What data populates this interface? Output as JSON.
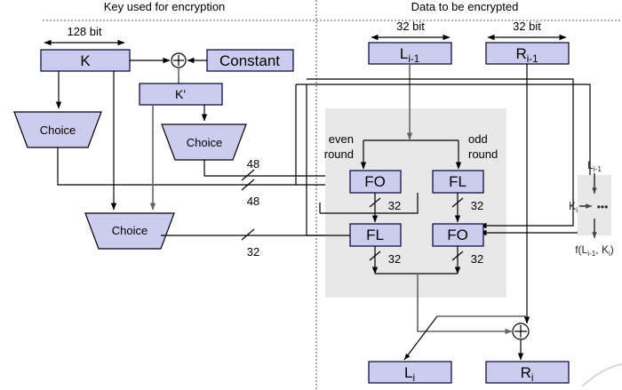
{
  "figure": {
    "title_left": "Key used for encryption",
    "title_right": "Data to be encrypted"
  },
  "dimensions": {
    "key_width": "128 bit",
    "left_half_width": "32 bit",
    "right_half_width": "32 bit"
  },
  "key_schedule": {
    "key_box": "K",
    "constant_box": "Constant",
    "kprime_box": "K'",
    "choice_left": "Choice",
    "choice_right": "Choice",
    "choice_bottom": "Choice",
    "xor_symbol": "+"
  },
  "data_path": {
    "left_input": "L",
    "left_input_sub": "i-1",
    "right_input": "R",
    "right_input_sub": "i-1",
    "left_output": "L",
    "left_output_sub": "i",
    "right_output": "R",
    "right_output_sub": "i",
    "xor_symbol": "+"
  },
  "round_boxes": {
    "even_round_label_line1": "even",
    "even_round_label_line2": "round",
    "odd_round_label_line1": "odd",
    "odd_round_label_line2": "round",
    "top_left": "FO",
    "top_right": "FL",
    "bottom_left": "FL",
    "bottom_right": "FO"
  },
  "wire_labels": {
    "key_to_fo_upper": "48",
    "key_to_fo_lower": "48",
    "key_to_fl": "32",
    "fo_out_left": "32",
    "fl_out_right": "32",
    "fl_out_left": "32",
    "fo_out_right": "32"
  },
  "legend": {
    "input_label": "L",
    "input_sub": "i-1",
    "key_label": "K",
    "key_sub": "i",
    "body_glyph": "•••",
    "output_prefix": "f(L",
    "output_sub1": "i-1",
    "output_mid": ", K",
    "output_sub2": "i",
    "output_suffix": ")"
  },
  "colors": {
    "box_fill": "#ccccee",
    "box_stroke": "#000033",
    "panel_fill": "#e8e8e8",
    "wire_dark": "#000000",
    "wire_grey": "#666666"
  }
}
